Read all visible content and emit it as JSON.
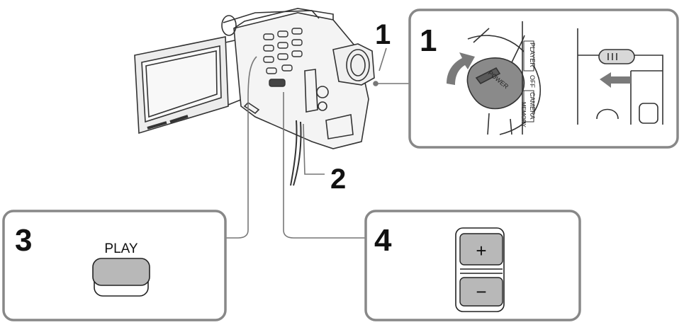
{
  "callouts": {
    "step1_label": "1",
    "step2_label": "2",
    "step3_label": "3",
    "step4_label": "4"
  },
  "panel1": {
    "step": "1",
    "dial_labels": {
      "player": "PLAYER",
      "off": "OFF",
      "camera": "CAMERA",
      "memory": "MEMORY",
      "power": "POWER"
    }
  },
  "panel3": {
    "step": "3",
    "button_label": "PLAY"
  },
  "panel4": {
    "step": "4",
    "plus": "+",
    "minus": "−"
  },
  "colors": {
    "panel_border": "#888888",
    "button_fill": "#b8b8b8",
    "arrow_fill": "#7a7a7a",
    "outline": "#333333"
  }
}
